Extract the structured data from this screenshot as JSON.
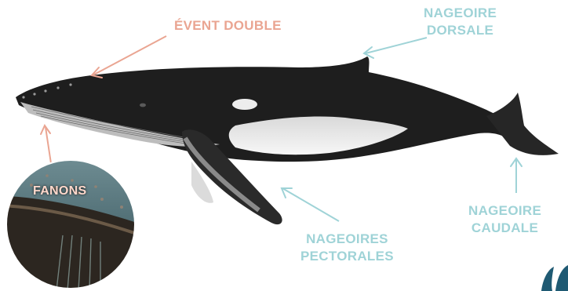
{
  "labels": {
    "blowhole": "ÉVENT DOUBLE",
    "dorsal_line1": "NAGEOIRE",
    "dorsal_line2": "DORSALE",
    "pectoral_line1": "NAGEOIRES",
    "pectoral_line2": "PECTORALES",
    "caudal_line1": "NAGEOIRE",
    "caudal_line2": "CAUDALE",
    "baleen": "FANONS"
  },
  "colors": {
    "label_salmon": "#eaa592",
    "label_teal": "#9fd3d7",
    "whale_dark": "#1a1a1a",
    "whale_belly": "#f2f2f2",
    "sea_photo": "#4f6f78",
    "corner_accent": "#1f5a73"
  },
  "icons": {
    "main_figure": "humpback-whale-illustration",
    "inset": "baleen-close-up-photo"
  }
}
